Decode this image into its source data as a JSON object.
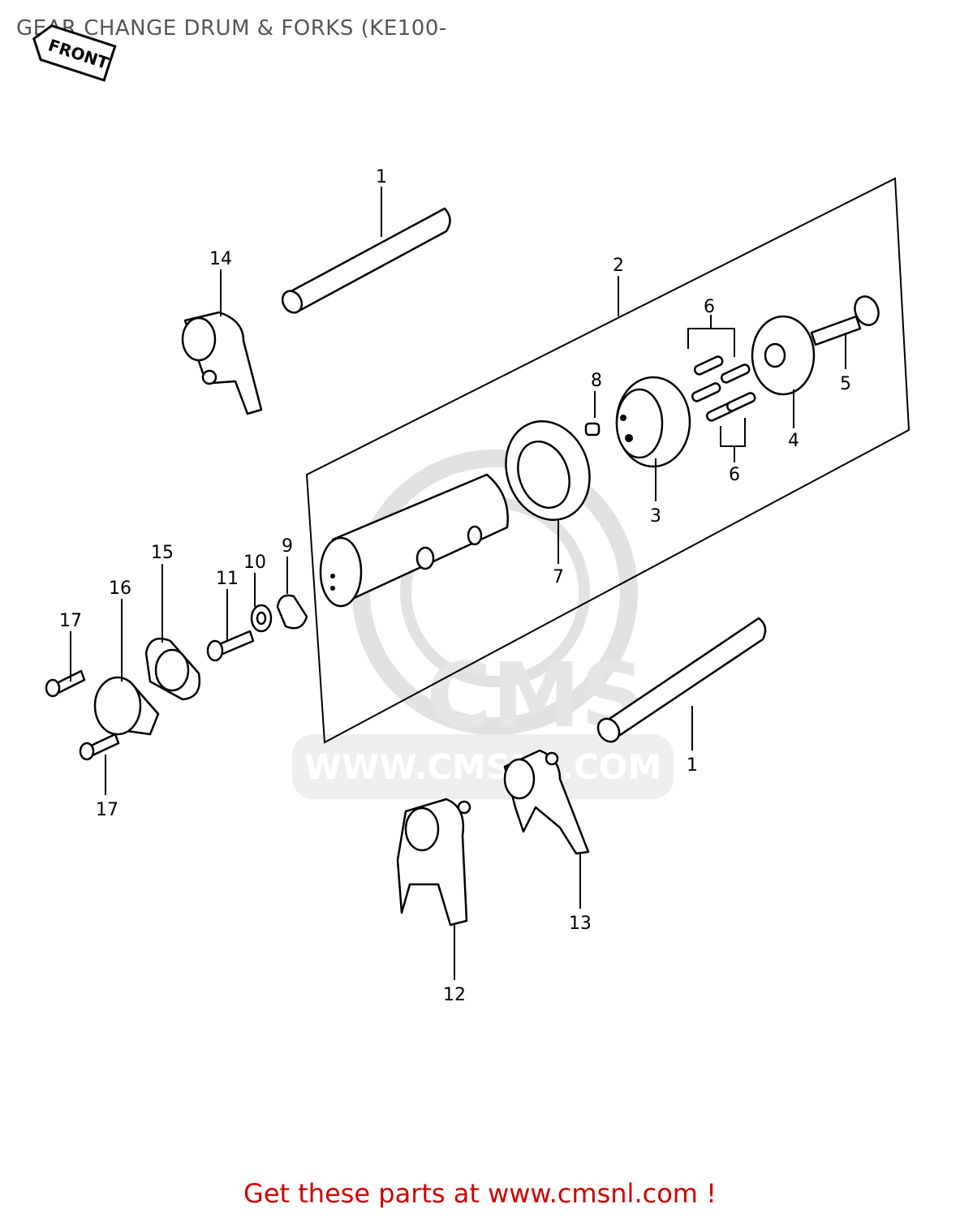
{
  "title": "GEAR CHANGE DRUM & FORKS (KE100-",
  "front_arrow_label": "FRONT",
  "watermark": {
    "logo": "CMS",
    "url": "WWW.CMSNL.COM"
  },
  "callouts": [
    {
      "id": "c1a",
      "label": "1"
    },
    {
      "id": "c1b",
      "label": "1"
    },
    {
      "id": "c2",
      "label": "2"
    },
    {
      "id": "c3",
      "label": "3"
    },
    {
      "id": "c4",
      "label": "4"
    },
    {
      "id": "c5",
      "label": "5"
    },
    {
      "id": "c6a",
      "label": "6"
    },
    {
      "id": "c6b",
      "label": "6"
    },
    {
      "id": "c7",
      "label": "7"
    },
    {
      "id": "c8",
      "label": "8"
    },
    {
      "id": "c9",
      "label": "9"
    },
    {
      "id": "c10",
      "label": "10"
    },
    {
      "id": "c11",
      "label": "11"
    },
    {
      "id": "c12",
      "label": "12"
    },
    {
      "id": "c13",
      "label": "13"
    },
    {
      "id": "c14",
      "label": "14"
    },
    {
      "id": "c15",
      "label": "15"
    },
    {
      "id": "c16",
      "label": "16"
    },
    {
      "id": "c17a",
      "label": "17"
    },
    {
      "id": "c17b",
      "label": "17"
    }
  ],
  "footer": {
    "text": "Get these parts at www.cmsnl.com !",
    "color": "#d10000"
  }
}
